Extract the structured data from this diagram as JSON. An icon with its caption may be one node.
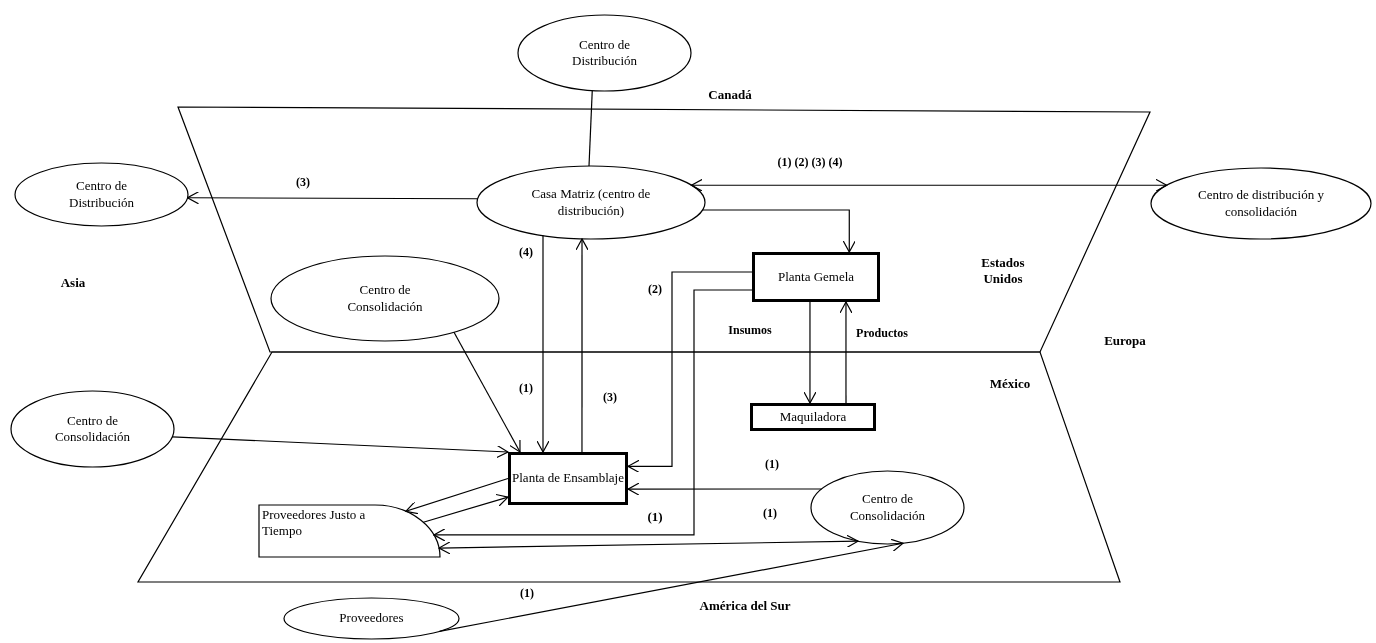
{
  "diagram": {
    "nodes": [
      {
        "text": [
          "Centro de Distribución"
        ]
      },
      {
        "text": [
          "Centro de Distribución"
        ]
      },
      {
        "text": [
          "Estados Unidos"
        ]
      },
      {
        "text": [
          "Casa Matriz (centro de distribución)"
        ],
        "in": 2
      },
      {
        "text": [
          "Centro de distribución y consolidación"
        ]
      },
      {
        "text": [
          "Centro de Consolidación"
        ],
        "in": 2
      },
      {
        "text": [
          "Planta Gemela"
        ],
        "in": 2
      },
      {
        "text": [
          "México"
        ]
      },
      {
        "text": [
          "Centro de Consolidación"
        ]
      },
      {
        "text": [
          "Maquiladora"
        ],
        "in": 7
      },
      {
        "text": [
          "Planta de Ensamblaje"
        ],
        "in": 7
      },
      {
        "text": [
          "Proveedores Justo a Tiempo"
        ],
        "in": 7
      },
      {
        "text": [
          "Centro de Consolidación"
        ],
        "in": 7
      },
      {
        "text": [
          "Proveedores"
        ]
      }
    ],
    "edges": [
      {
        "from": 0,
        "to": 3,
        "arrow": "none"
      },
      {
        "from": 3,
        "to": 1,
        "arrow": "to",
        "label": "(3)"
      },
      {
        "from": 3,
        "to": 4,
        "arrow": "both",
        "label": "(1) (2) (3) (4)"
      },
      {
        "from": 3,
        "to": 6,
        "arrow": "to"
      },
      {
        "from": 3,
        "to": 10,
        "arrow": "to",
        "label": "(4)"
      },
      {
        "from": 10,
        "to": 3,
        "arrow": "to",
        "label": "(3)"
      },
      {
        "from": 5,
        "to": 10,
        "arrow": "to",
        "label": "(1)"
      },
      {
        "from": 8,
        "to": 10,
        "arrow": "to"
      },
      {
        "from": 6,
        "to": 10,
        "arrow": "to",
        "label": "(2)"
      },
      {
        "from": 6,
        "to": 11,
        "arrow": "to"
      },
      {
        "from": 6,
        "to": 9,
        "arrow": "to",
        "label": "Insumos"
      },
      {
        "from": 9,
        "to": 6,
        "arrow": "to",
        "label": "Productos"
      },
      {
        "from": 12,
        "to": 10,
        "arrow": "to",
        "label": "(1)"
      },
      {
        "from": 11,
        "to": 12,
        "arrow": "both",
        "label": "(1)"
      },
      {
        "from": 10,
        "to": 11,
        "arrow": "to"
      },
      {
        "from": 11,
        "to": 10,
        "arrow": "to"
      },
      {
        "from": 13,
        "to": 12,
        "arrow": "to",
        "label": "(1)"
      }
    ],
    "labels": [
      "Canadá",
      "Asia",
      "Europa",
      "(1)",
      "América del Sur"
    ]
  }
}
